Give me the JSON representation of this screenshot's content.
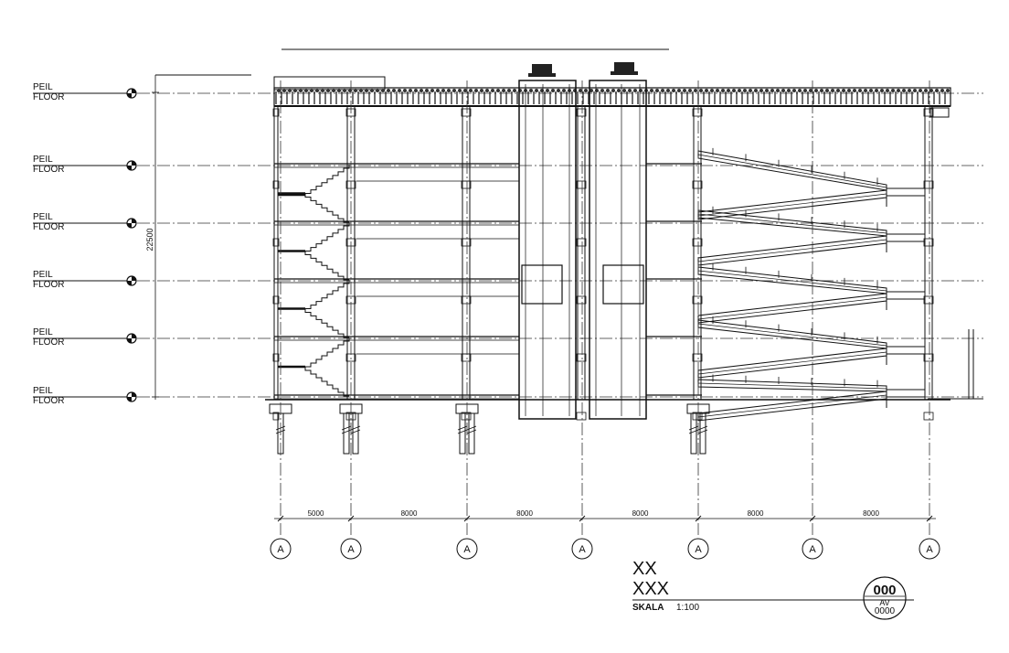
{
  "levels": [
    {
      "label": "PEIL\nFLOOR"
    },
    {
      "label": "PEIL\nFLOOR"
    },
    {
      "label": "PEIL\nFLOOR"
    },
    {
      "label": "PEIL\nFLOOR"
    },
    {
      "label": "PEIL\nFLOOR"
    },
    {
      "label": "PEIL\nFLOOR"
    }
  ],
  "height_dimension": "22500",
  "bay_dimensions": [
    "5000",
    "8000",
    "8000",
    "8000",
    "8000",
    "8000"
  ],
  "grid_labels": [
    "A",
    "A",
    "A",
    "A",
    "A",
    "A",
    "A"
  ],
  "title_block": {
    "title": "XX",
    "subtitle": "XXX",
    "scale_label": "SKALA",
    "scale_value": "1:100",
    "sheet_number": "000",
    "sheet_code": "AV",
    "sheet_sub": "0000"
  }
}
